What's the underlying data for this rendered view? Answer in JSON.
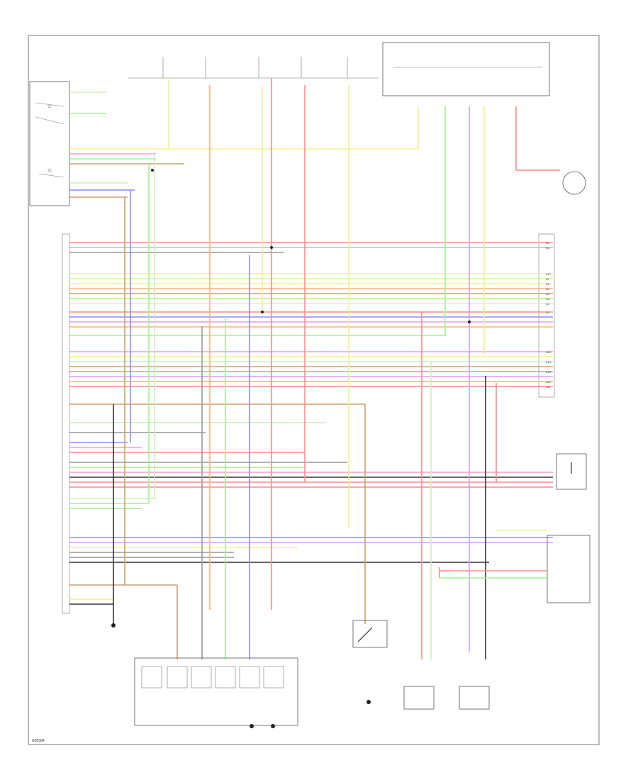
{
  "diagram": {
    "footer_code": "G00384",
    "right_pins_upper": [
      "B5",
      "B6",
      "",
      "",
      "A17",
      "A7",
      "A6",
      "A5",
      "A4",
      "A3",
      "A2",
      "A1"
    ],
    "right_pins_lower": [
      "A29",
      "A14",
      "A13",
      "A12",
      "A11"
    ]
  },
  "colors": {
    "red": "#ff8a8a",
    "pink": "#ff9ccd",
    "yellow": "#f2f28a",
    "green": "#a8ee92",
    "light_green": "#c8f2b8",
    "orange": "#ffb07a",
    "blue": "#8c8cff",
    "violet": "#d6a0ee",
    "brown": "#c9a070",
    "gray": "#999999",
    "black": "#333333",
    "light_blue": "#a8c8ff"
  }
}
